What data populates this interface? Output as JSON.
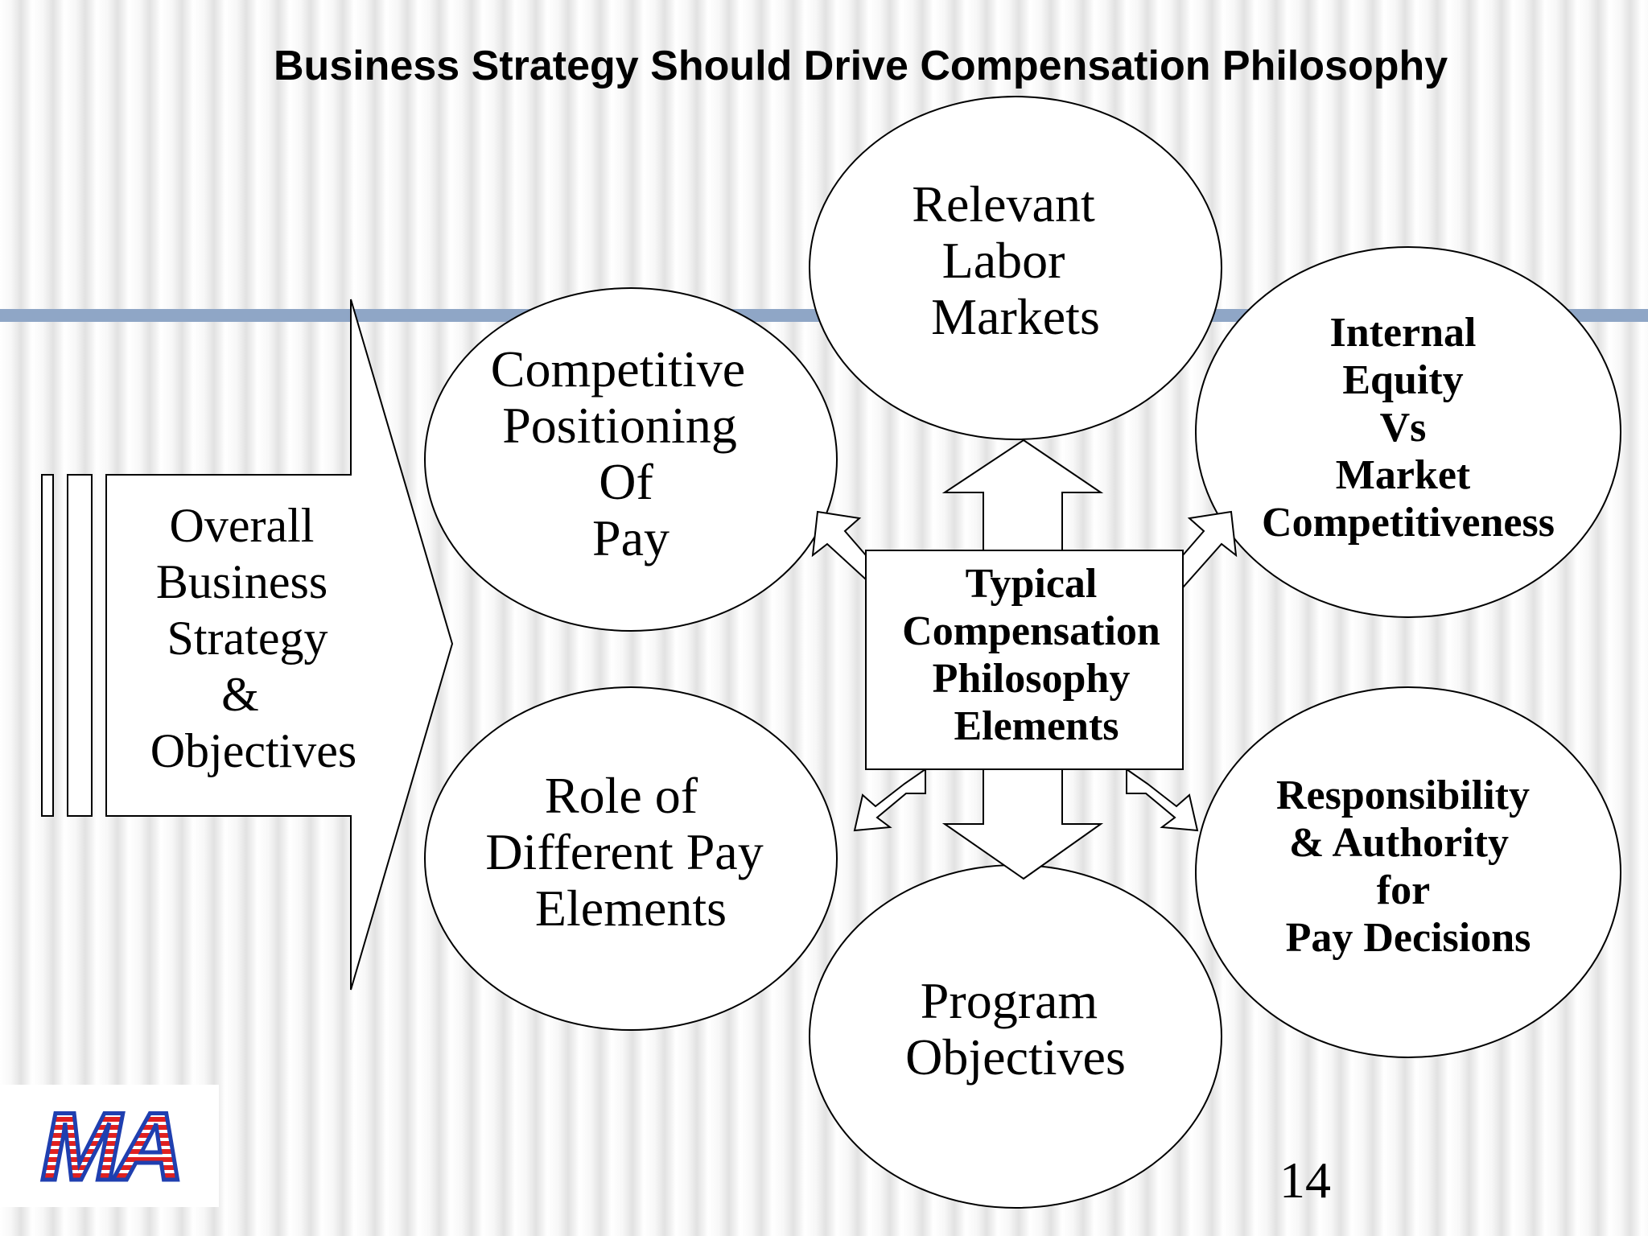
{
  "slide": {
    "title": "Business Strategy Should Drive Compensation Philosophy",
    "page_number": "14",
    "logo_text": "MA"
  },
  "strategy_arrow": {
    "lines": [
      "Overall",
      "Business",
      "Strategy",
      "&",
      "Objectives"
    ]
  },
  "center_box": {
    "lines": [
      "Typical",
      "Compensation",
      "Philosophy",
      "Elements"
    ]
  },
  "elements": {
    "relevant_labor_markets": [
      "Relevant",
      "Labor",
      "Markets"
    ],
    "competitive_positioning": [
      "Competitive",
      "Positioning",
      "Of",
      "Pay"
    ],
    "internal_equity": [
      "Internal",
      "Equity",
      "Vs",
      "Market",
      "Competitiveness"
    ],
    "role_of_pay_elements": [
      "Role of",
      "Different Pay",
      "Elements"
    ],
    "responsibility_authority": [
      "Responsibility",
      "& Authority",
      "for",
      "Pay Decisions"
    ],
    "program_objectives": [
      "Program",
      "Objectives"
    ]
  },
  "colors": {
    "accent_band": "#8fa6c6",
    "logo_red": "#e02020",
    "logo_blue": "#1f3fb0"
  }
}
